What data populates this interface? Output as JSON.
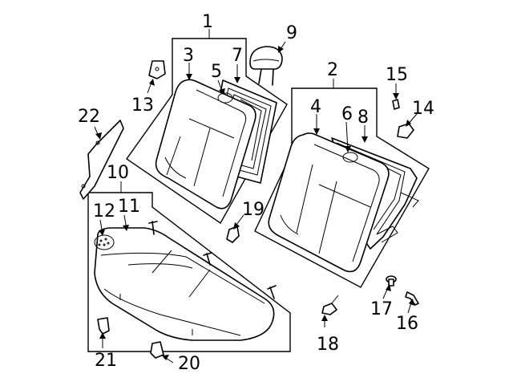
{
  "diagram": {
    "type": "exploded-parts-diagram",
    "callouts": [
      {
        "id": "c1",
        "label": "1"
      },
      {
        "id": "c2",
        "label": "2"
      },
      {
        "id": "c3",
        "label": "3"
      },
      {
        "id": "c4",
        "label": "4"
      },
      {
        "id": "c5",
        "label": "5"
      },
      {
        "id": "c6",
        "label": "6"
      },
      {
        "id": "c7",
        "label": "7"
      },
      {
        "id": "c8",
        "label": "8"
      },
      {
        "id": "c9",
        "label": "9"
      },
      {
        "id": "c10",
        "label": "10"
      },
      {
        "id": "c11",
        "label": "11"
      },
      {
        "id": "c12",
        "label": "12"
      },
      {
        "id": "c13",
        "label": "13"
      },
      {
        "id": "c14",
        "label": "14"
      },
      {
        "id": "c15",
        "label": "15"
      },
      {
        "id": "c16",
        "label": "16"
      },
      {
        "id": "c17",
        "label": "17"
      },
      {
        "id": "c18",
        "label": "18"
      },
      {
        "id": "c19",
        "label": "19"
      },
      {
        "id": "c20",
        "label": "20"
      },
      {
        "id": "c21",
        "label": "21"
      },
      {
        "id": "c22",
        "label": "22"
      }
    ],
    "colors": {
      "line": "#000000",
      "background": "#ffffff",
      "fill": "#ffffff"
    }
  }
}
